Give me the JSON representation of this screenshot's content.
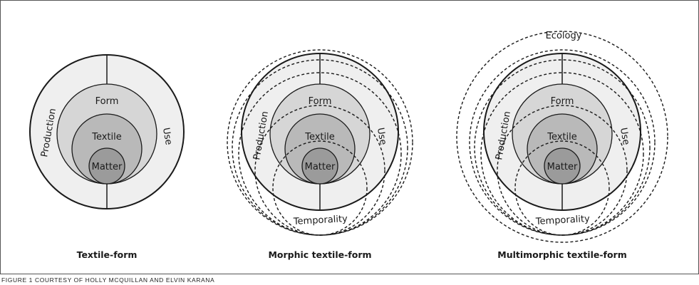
{
  "diagrams": [
    {
      "caption": "Textile-form",
      "labels": {
        "production": "Production",
        "use": "Use",
        "form": "Form",
        "textile": "Textile",
        "matter": "Matter"
      }
    },
    {
      "caption": "Morphic textile-form",
      "labels": {
        "production": "Production",
        "use": "Use",
        "form": "Form",
        "textile": "Textile",
        "matter": "Matter",
        "temporality": "Temporality"
      }
    },
    {
      "caption": "Multimorphic textile-form",
      "labels": {
        "ecology": "Ecology",
        "production": "Production",
        "use": "Use",
        "form": "Form",
        "textile": "Textile",
        "matter": "Matter",
        "temporality": "Temporality"
      }
    }
  ],
  "credit": "FIGURE 1 COURTESY OF HOLLY MCQUILLAN AND ELVIN KARANA",
  "colors": {
    "outer_fill": "#efefef",
    "form_fill": "#d6d6d6",
    "textile_fill": "#b9b9b9",
    "matter_fill": "#9b9b9b",
    "stroke": "#1a1a1a"
  }
}
